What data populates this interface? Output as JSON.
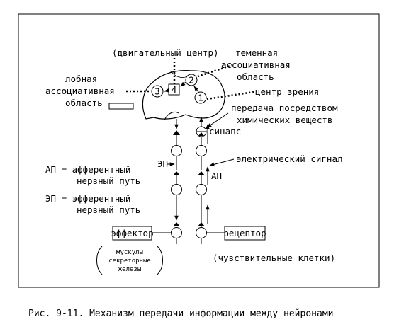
{
  "labels": {
    "motor_center": "(двигательный центр)",
    "parietal_1": "теменная",
    "parietal_2": "ассоциативная",
    "parietal_3": "область",
    "frontal_1": "лобная",
    "frontal_2": "ассоциативная",
    "frontal_3": "область",
    "visual_center": "центр зрения",
    "chem_1": "передача посредством",
    "chem_2": "химических веществ",
    "synapse": "синапс",
    "ep_short": "ЭП",
    "ap_short": "АП",
    "electric_signal": "электрический сигнал",
    "ap_def_1": "АП = афферентный",
    "ap_def_2": "нервный путь",
    "ep_def_1": "ЭП = эфферентный",
    "ep_def_2": "нервный путь",
    "effector": "эффектор",
    "receptor": "рецептор",
    "muscles_1": "мускулы",
    "muscles_2": "секреторные",
    "muscles_3": "железы",
    "sensitive_cells": "(чувствительные клетки)"
  },
  "nodes": [
    "3",
    "4",
    "2",
    "1"
  ],
  "caption": "Рис. 9-11. Механизм передачи информации между нейронами"
}
